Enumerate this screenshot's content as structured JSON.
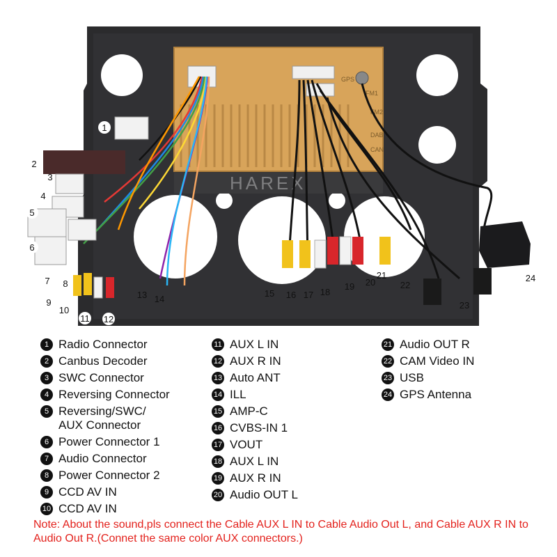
{
  "watermark": "HAREX",
  "head_unit_labels": {
    "gps": "GPS",
    "fm": "FM1",
    "label2": "FM2",
    "label3": "DAB",
    "label4": "CAN"
  },
  "callouts": [
    {
      "id": "1",
      "text": "1"
    },
    {
      "id": "2",
      "text": "2"
    },
    {
      "id": "3",
      "text": "3"
    },
    {
      "id": "4",
      "text": "4"
    },
    {
      "id": "5",
      "text": "5"
    },
    {
      "id": "6",
      "text": "6"
    },
    {
      "id": "7",
      "text": "7"
    },
    {
      "id": "8",
      "text": "8"
    },
    {
      "id": "9",
      "text": "9"
    },
    {
      "id": "10",
      "text": "10"
    },
    {
      "id": "11",
      "text": "11"
    },
    {
      "id": "12",
      "text": "12"
    },
    {
      "id": "13",
      "text": "13"
    },
    {
      "id": "14",
      "text": "14"
    },
    {
      "id": "15",
      "text": "15"
    },
    {
      "id": "16",
      "text": "16"
    },
    {
      "id": "17",
      "text": "17"
    },
    {
      "id": "18",
      "text": "18"
    },
    {
      "id": "19",
      "text": "19"
    },
    {
      "id": "20",
      "text": "20"
    },
    {
      "id": "21",
      "text": "21"
    },
    {
      "id": "22",
      "text": "22"
    },
    {
      "id": "23",
      "text": "23"
    },
    {
      "id": "24",
      "text": "24"
    }
  ],
  "legend": {
    "col1": [
      {
        "num": "1",
        "label": "Radio Connector"
      },
      {
        "num": "2",
        "label": "Canbus Decoder"
      },
      {
        "num": "3",
        "label": "SWC Connector"
      },
      {
        "num": "4",
        "label": "Reversing Connector"
      },
      {
        "num": "5",
        "label": "Reversing/SWC/\nAUX Connector"
      },
      {
        "num": "6",
        "label": "Power Connector 1"
      },
      {
        "num": "7",
        "label": "Audio Connector"
      },
      {
        "num": "8",
        "label": "Power Connector 2"
      },
      {
        "num": "9",
        "label": "CCD AV IN"
      },
      {
        "num": "10",
        "label": "CCD AV IN"
      }
    ],
    "col2": [
      {
        "num": "11",
        "label": "AUX L IN"
      },
      {
        "num": "12",
        "label": "AUX R IN"
      },
      {
        "num": "13",
        "label": "Auto ANT"
      },
      {
        "num": "14",
        "label": "ILL"
      },
      {
        "num": "15",
        "label": "AMP-C"
      },
      {
        "num": "16",
        "label": "CVBS-IN 1"
      },
      {
        "num": "17",
        "label": "VOUT"
      },
      {
        "num": "18",
        "label": "AUX L IN"
      },
      {
        "num": "19",
        "label": "AUX R IN"
      },
      {
        "num": "20",
        "label": "Audio OUT L"
      }
    ],
    "col3": [
      {
        "num": "21",
        "label": "Audio OUT R"
      },
      {
        "num": "22",
        "label": "CAM Video IN"
      },
      {
        "num": "23",
        "label": "USB"
      },
      {
        "num": "24",
        "label": "GPS Antenna"
      }
    ]
  },
  "note": "Note: About the sound,pls connect the Cable AUX L IN to Cable Audio Out L, and Cable AUX R IN to  Audio Out R.(Connet the same color AUX connectors.)",
  "colors": {
    "bezel": "#2b2b2d",
    "unit": "#d8a45a",
    "note": "#e3211c",
    "rca_red": "#d8262b",
    "rca_white": "#f2f2f2",
    "rca_yellow": "#f1c21b"
  }
}
